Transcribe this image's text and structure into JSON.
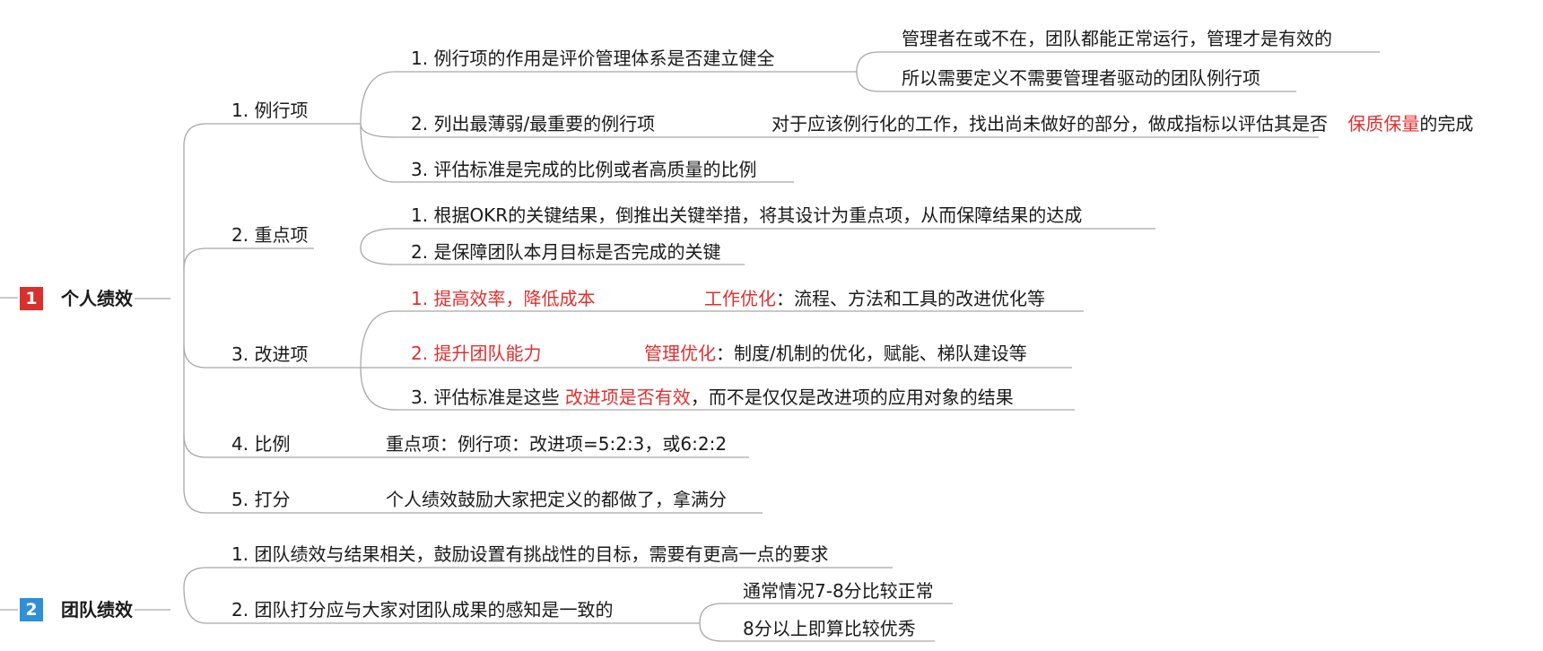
{
  "topics": [
    {
      "number": "1",
      "label": "个人绩效",
      "color": "#d8302c",
      "children": {
        "routine": {
          "label": "1. 例行项",
          "items": [
            {
              "label": "1. 例行项的作用是评价管理体系是否建立健全",
              "notes": [
                "管理者在或不在，团队都能正常运行，管理才是有效的",
                "所以需要定义不需要管理者驱动的团队例行项"
              ]
            },
            {
              "label": "2. 列出最薄弱/最重要的例行项",
              "note_prefix": "对于应该例行化的工作，找出尚未做好的部分，做成指标以评估其是否",
              "note_highlight": "保质保量",
              "note_suffix": "的完成"
            },
            {
              "label": "3. 评估标准是完成的比例或者高质量的比例"
            }
          ]
        },
        "key": {
          "label": "2. 重点项",
          "items": [
            "1. 根据OKR的关键结果，倒推出关键举措，将其设计为重点项，从而保障结果的达成",
            "2. 是保障团队本月目标是否完成的关键"
          ]
        },
        "improve": {
          "label": "3. 改进项",
          "items": [
            {
              "label": "1. 提高效率，降低成本",
              "tag": "工作优化",
              "desc": "：流程、方法和工具的改进优化等"
            },
            {
              "label": "2. 提升团队能力",
              "tag": "管理优化",
              "desc": "：制度/机制的优化，赋能、梯队建设等"
            },
            {
              "prefix": "3. 评估标准是这些",
              "highlight": "改进项是否有效",
              "suffix": "，而不是仅仅是改进项的应用对象的结果"
            }
          ]
        },
        "ratio": {
          "label": "4. 比例",
          "note": "重点项：例行项：改进项=5:2:3，或6:2:2"
        },
        "score": {
          "label": "5. 打分",
          "note": "个人绩效鼓励大家把定义的都做了，拿满分"
        }
      }
    },
    {
      "number": "2",
      "label": "团队绩效",
      "color": "#2f8fd8",
      "items": [
        {
          "label": "1. 团队绩效与结果相关，鼓励设置有挑战性的目标，需要有更高一点的要求"
        },
        {
          "label": "2. 团队打分应与大家对团队成果的感知是一致的",
          "notes": [
            "通常情况7-8分比较正常",
            "8分以上即算比较优秀"
          ]
        }
      ]
    }
  ]
}
